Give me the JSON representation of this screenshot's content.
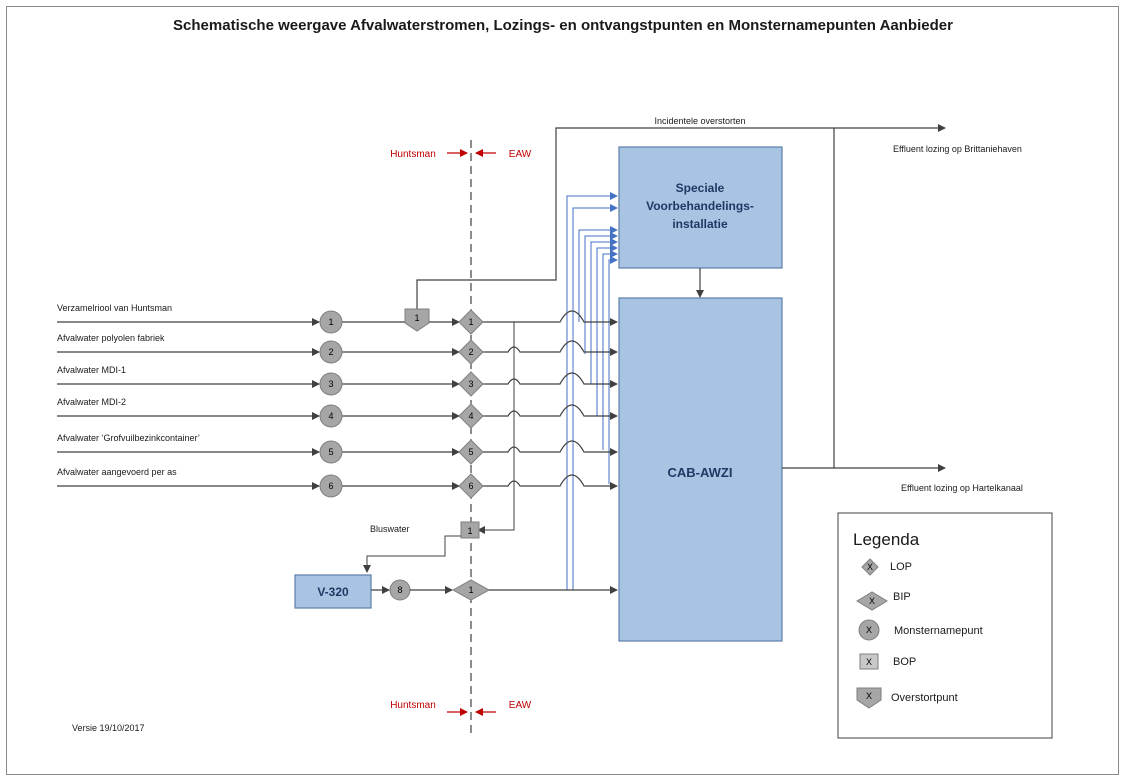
{
  "title": "Schematische weergave Afvalwaterstromen, Lozings- en ontvangstpunten en Monsternamepunten Aanbieder",
  "boundary": {
    "left": "Huntsman",
    "right": "EAW"
  },
  "streams": [
    {
      "label": "Verzamelriool van Huntsman",
      "sample": "1",
      "lop": "1"
    },
    {
      "label": "Afvalwater polyolen fabriek",
      "sample": "2",
      "lop": "2"
    },
    {
      "label": "Afvalwater MDI-1",
      "sample": "3",
      "lop": "3"
    },
    {
      "label": "Afvalwater MDI-2",
      "sample": "4",
      "lop": "4"
    },
    {
      "label": "Afvalwater ‘Grofvuilbezinkcontainer’",
      "sample": "5",
      "lop": "5"
    },
    {
      "label": "Afvalwater aangevoerd per as",
      "sample": "6",
      "lop": "6"
    }
  ],
  "overstort_marker": "1",
  "bluswater": {
    "label": "Bluswater",
    "bop": "1"
  },
  "v320": {
    "label": "V-320",
    "sample": "8",
    "bip": "1"
  },
  "boxes": {
    "svi_line1": "Speciale",
    "svi_line2": "Voorbehandelings-",
    "svi_line3": "installatie",
    "cab": "CAB-AWZI"
  },
  "outputs": {
    "incidentele": "Incidentele overstorten",
    "brittaniehaven": "Effluent lozing op Brittaniehaven",
    "hartelkanaal": "Effluent lozing op Hartelkanaal"
  },
  "legend": {
    "title": "Legenda",
    "marker": "X",
    "items": [
      "LOP",
      "BIP",
      "Monsternamepunt",
      "BOP",
      "Overstortpunt"
    ]
  },
  "version": "Versie 19/10/2017",
  "colors": {
    "box_fill": "#a9c4e3",
    "box_stroke": "#5b7ea8",
    "marker_fill": "#a6a6a6",
    "line": "#404040",
    "blue_line": "#4472c4",
    "red": "#c00000"
  }
}
